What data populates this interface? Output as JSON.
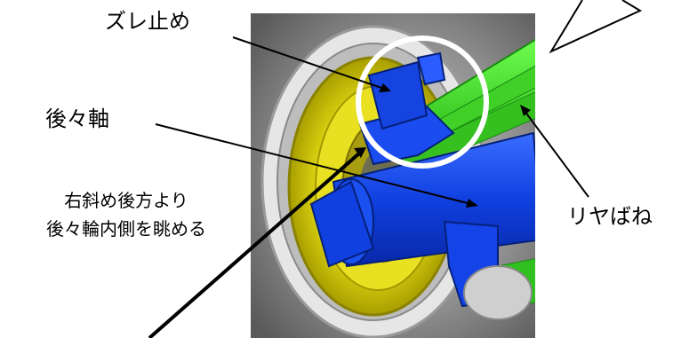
{
  "labels": {
    "stopper": "ズレ止め",
    "rear_rear_axle": "後々軸",
    "rear_spring": "リヤばね",
    "view_note_line1": "右斜め後方より",
    "view_note_line2": "後々輪内側を眺める"
  },
  "colors": {
    "wheel_rim": "#e8e020",
    "axle": "#1040e0",
    "spring": "#30e020",
    "highlight_circle": "#ffffff",
    "background_photo": "#8a8a8a"
  }
}
